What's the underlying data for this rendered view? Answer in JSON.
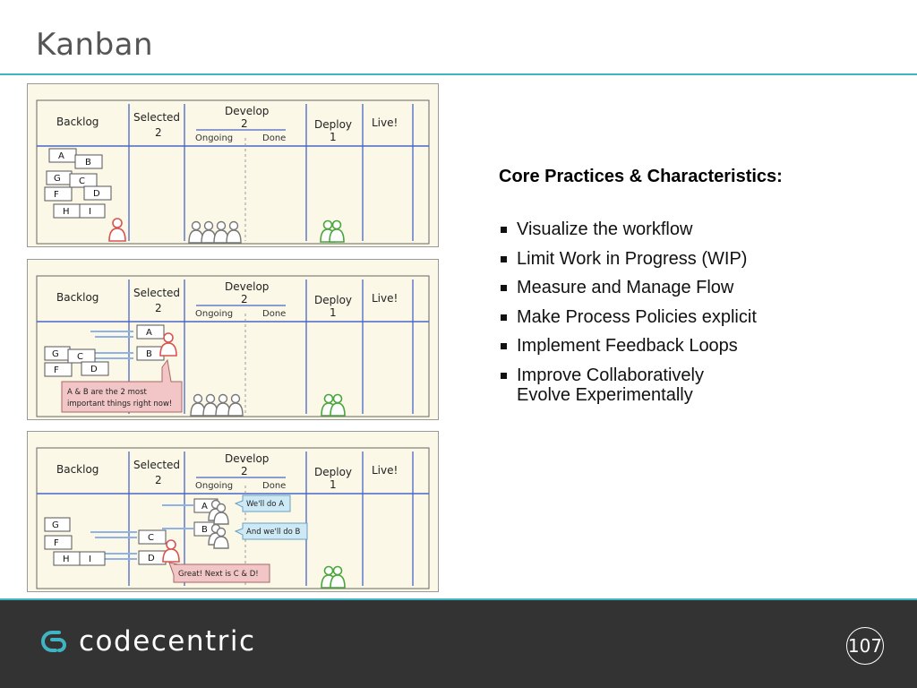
{
  "slide": {
    "title": "Kanban",
    "page_number": "107"
  },
  "boards": {
    "column_headers": {
      "backlog": "Backlog",
      "selected": "Selected",
      "selected_limit": "2",
      "develop": "Develop",
      "develop_limit": "2",
      "ongoing": "Ongoing",
      "done": "Done",
      "deploy": "Deploy",
      "deploy_limit": "1",
      "live": "Live!"
    },
    "board1_cards": [
      "A",
      "B",
      "G",
      "C",
      "F",
      "D",
      "H",
      "I"
    ],
    "board2_backlog_cards": [
      "G",
      "C",
      "F",
      "D"
    ],
    "board2_selected_cards": [
      "A",
      "B"
    ],
    "board2_speech": [
      "A & B are the 2 most",
      "important things right now!"
    ],
    "board3_backlog_cards": [
      "G",
      "F",
      "H",
      "I"
    ],
    "board3_selected_cards": [
      "C",
      "D"
    ],
    "board3_ongoing_cards": [
      "A",
      "B"
    ],
    "board3_speech_a": "We'll do A",
    "board3_speech_b": "And we'll do B",
    "board3_speech_next": "Great! Next is C & D!"
  },
  "content": {
    "heading": "Core Practices & Characteristics:",
    "practices": [
      "Visualize the workflow",
      "Limit Work in Progress (WIP)",
      "Measure and Manage Flow",
      "Make Process Policies explicit",
      "Implement Feedback Loops",
      "Improve Collaboratively"
    ],
    "practices_continuation": "Evolve Experimentally"
  },
  "footer": {
    "brand": "codecentric"
  },
  "colors": {
    "accent": "#3fb4c2",
    "footer_bg": "#333333",
    "board_bg": "#fbf8e7",
    "lane_line": "#4a66c6",
    "person_red": "#d9534f",
    "person_green": "#4aa63a",
    "speech_pink": "#f2c6c6",
    "speech_blue": "#cde9f6"
  }
}
